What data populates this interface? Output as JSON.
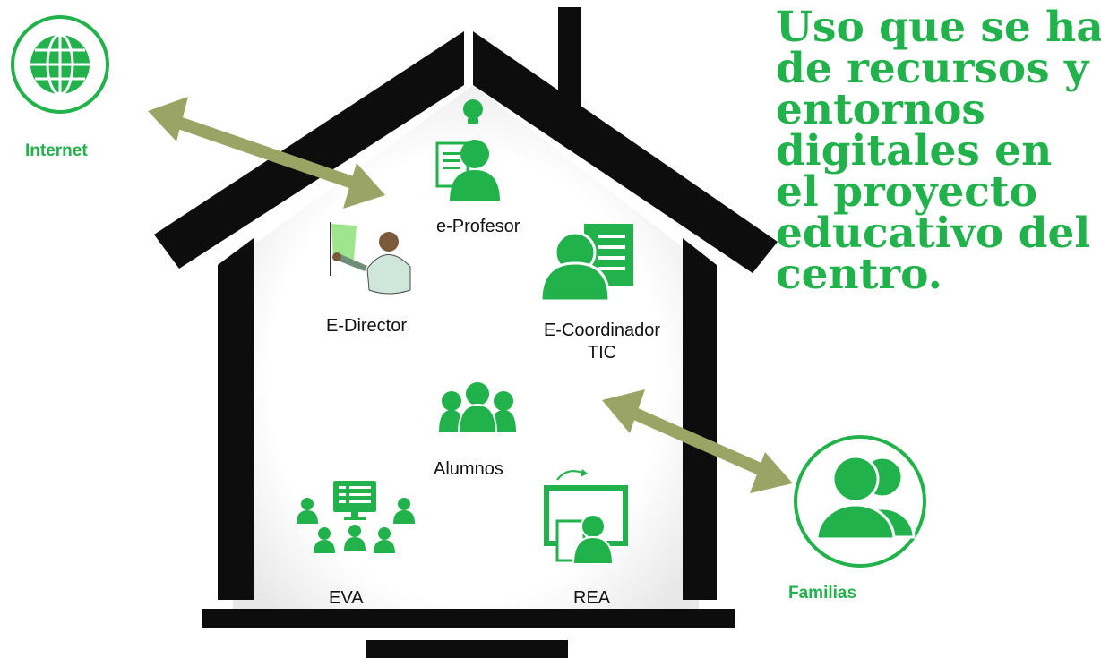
{
  "title": {
    "lines": [
      "Uso que se hace",
      "de recursos y",
      "entornos",
      "digitales en",
      "el proyecto",
      "educativo del",
      "centro."
    ]
  },
  "external": {
    "internet": {
      "label": "Internet",
      "icon": "globe-icon"
    },
    "familias": {
      "label": "Familias",
      "icon": "family-icon"
    }
  },
  "roles": {
    "e_profesor": {
      "label": "e-Profesor",
      "icon": "teacher-idea-icon"
    },
    "e_director": {
      "label": "E-Director",
      "icon": "presenter-clipart"
    },
    "e_coordinador": {
      "label_line1": "E-Coordinador",
      "label_line2": "TIC",
      "icon": "user-document-icon"
    },
    "alumnos": {
      "label": "Alumnos",
      "icon": "group-icon"
    },
    "eva": {
      "label": "EVA",
      "icon": "virtual-classroom-icon"
    },
    "rea": {
      "label": "REA",
      "icon": "open-resources-icon"
    }
  },
  "colors": {
    "accent": "#22b24c",
    "house": "#0d0d0d",
    "arrow": "#9aa565"
  }
}
